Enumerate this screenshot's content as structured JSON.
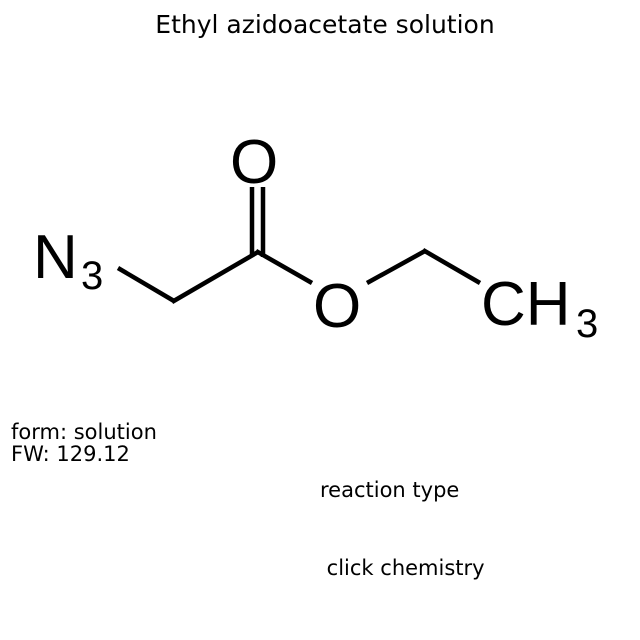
{
  "title": "Ethyl azidoacetate solution",
  "structure": {
    "atoms": {
      "azide_n": "N",
      "azide_sub": "3",
      "carbonyl_o": "O",
      "ester_o": "O",
      "methyl_c": "CH",
      "methyl_sub": "3"
    }
  },
  "info": {
    "form": "form: solution",
    "fw": "FW: 129.12",
    "reaction_type_label": "reaction type",
    "reaction_type_value": " click chemistry"
  }
}
